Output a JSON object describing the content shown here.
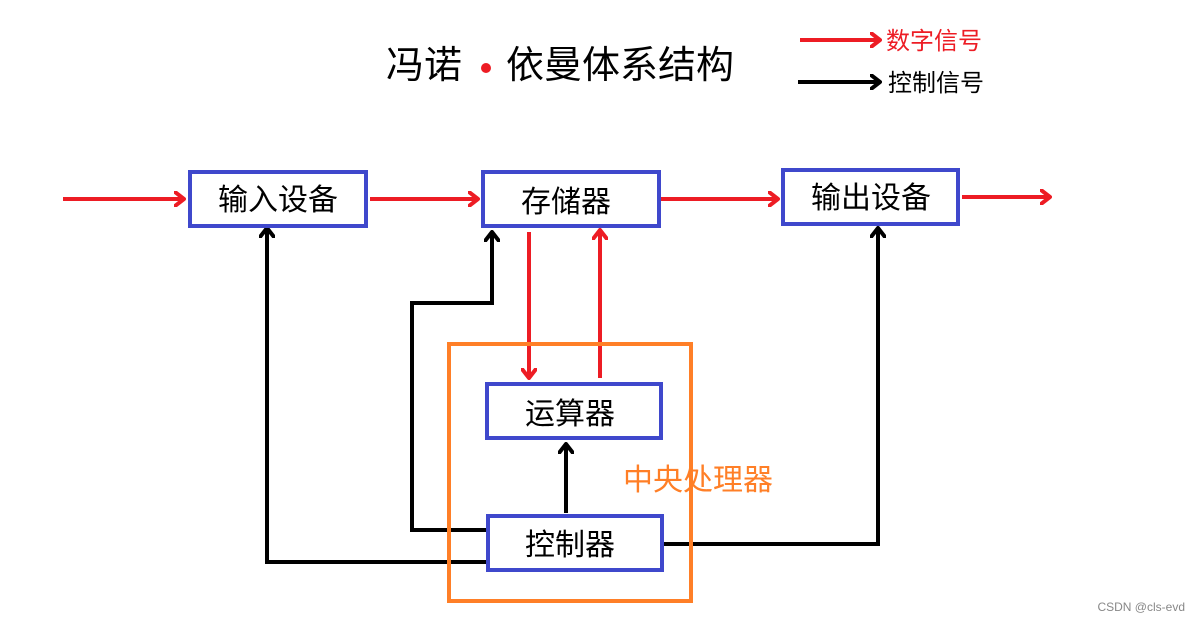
{
  "title": {
    "part1": "冯诺",
    "separator_dot": "•",
    "part2": "依曼体系结构"
  },
  "legend": [
    {
      "label": "数字信号",
      "color": "#ed1c24",
      "meaning": "data signal arrow"
    },
    {
      "label": "控制信号",
      "color": "#000000",
      "meaning": "control signal arrow"
    }
  ],
  "nodes": {
    "input": {
      "label": "输入设备"
    },
    "memory": {
      "label": "存储器"
    },
    "output": {
      "label": "输出设备"
    },
    "alu": {
      "label": "运算器"
    },
    "controller": {
      "label": "控制器"
    },
    "cpu": {
      "label": "中央处理器"
    }
  },
  "edges": [
    {
      "from": "external",
      "to": "input",
      "type": "data"
    },
    {
      "from": "input",
      "to": "memory",
      "type": "data"
    },
    {
      "from": "memory",
      "to": "output",
      "type": "data"
    },
    {
      "from": "output",
      "to": "external",
      "type": "data"
    },
    {
      "from": "memory",
      "to": "alu",
      "type": "data"
    },
    {
      "from": "alu",
      "to": "memory",
      "type": "data"
    },
    {
      "from": "controller",
      "to": "alu",
      "type": "control"
    },
    {
      "from": "controller",
      "to": "input",
      "type": "control"
    },
    {
      "from": "controller",
      "to": "memory",
      "type": "control"
    },
    {
      "from": "controller",
      "to": "output",
      "type": "control"
    }
  ],
  "colors": {
    "data": "#ed1c24",
    "control": "#000000",
    "box_border": "#3f48cc",
    "cpu_border": "#ff7f27"
  },
  "watermark": "CSDN @cls-evd"
}
